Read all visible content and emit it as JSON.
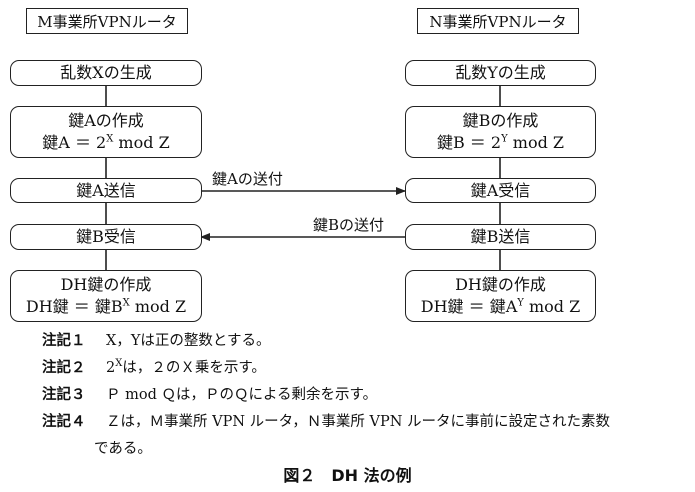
{
  "left": {
    "header": "M事業所VPNルータ",
    "b1": "乱数Xの生成",
    "b2_l1": "鍵Aの作成",
    "b2_l2_a": "鍵A ＝ 2",
    "b2_l2_sup": "X",
    "b2_l2_b": " mod  Z",
    "b3": "鍵A送信",
    "b4": "鍵B受信",
    "b5_l1": "DH鍵の作成",
    "b5_l2_a": "DH鍵 ＝ 鍵B",
    "b5_l2_sup": "X",
    "b5_l2_b": " mod  Z"
  },
  "right": {
    "header": "N事業所VPNルータ",
    "b1": "乱数Yの生成",
    "b2_l1": "鍵Bの作成",
    "b2_l2_a": "鍵B ＝ 2",
    "b2_l2_sup": "Y",
    "b2_l2_b": " mod  Z",
    "b3": "鍵A受信",
    "b4": "鍵B送信",
    "b5_l1": "DH鍵の作成",
    "b5_l2_a": "DH鍵 ＝ 鍵A",
    "b5_l2_sup": "Y",
    "b5_l2_b": " mod  Z"
  },
  "arrows": {
    "send_a": "鍵Aの送付",
    "send_b": "鍵Bの送付"
  },
  "notes": [
    {
      "label": "注記１",
      "text": "X，Yは正の整数とする。"
    },
    {
      "label": "注記２",
      "text_a": "2",
      "text_sup": "X",
      "text_b": "は，２のＸ乗を示す。"
    },
    {
      "label": "注記３",
      "text": "Ｐ mod Ｑは，ＰのＱによる剰余を示す。"
    },
    {
      "label": "注記４",
      "text": "Ｚは，Ｍ事業所 VPN ルータ，Ｎ事業所 VPN ルータに事前に設定された素数",
      "cont": "である。"
    }
  ],
  "caption": "図２　DH 法の例"
}
